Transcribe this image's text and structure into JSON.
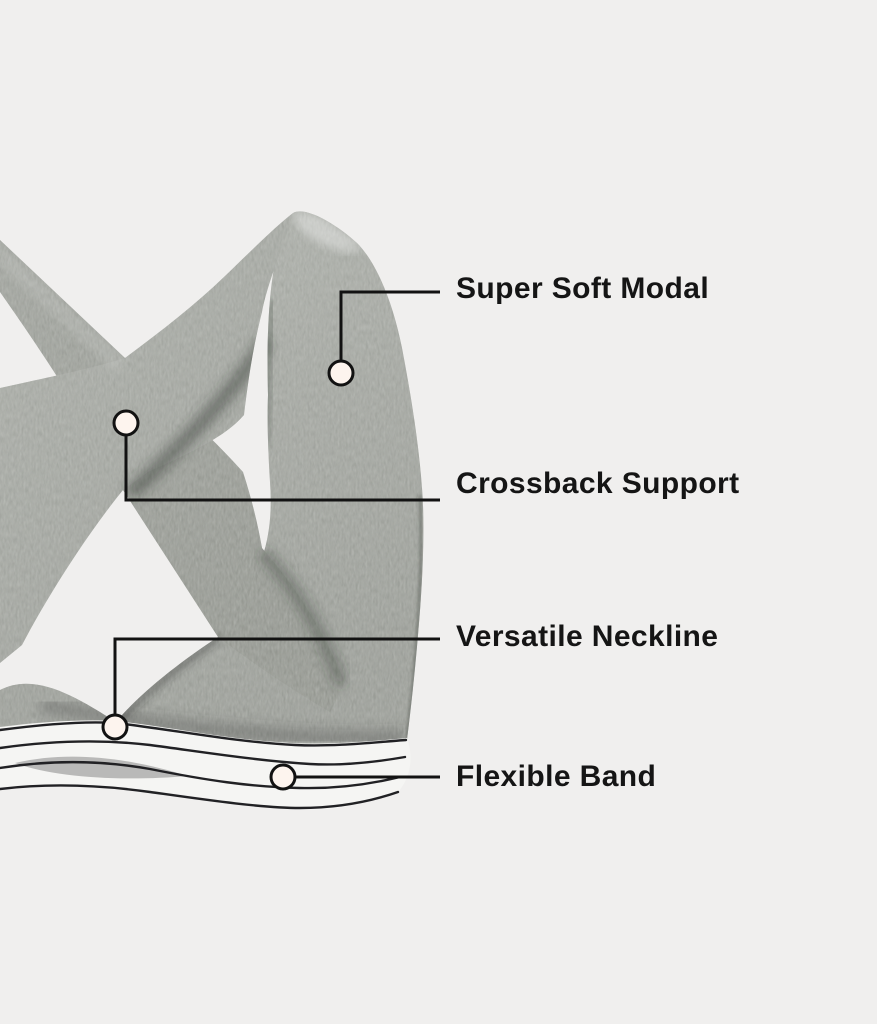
{
  "canvas": {
    "background_color": "#f0efee"
  },
  "illustration": {
    "subject": "Heather gray bralette shown from the back with crossback straps and a striped elastic underband",
    "fabric_color": "#a3a6a0",
    "fabric_shadow_color": "#8f928c",
    "fabric_highlight_color": "#b9bcb5",
    "band_color": "#f5f5f3",
    "band_stripe_color": "#212124"
  },
  "callouts": [
    {
      "id": "super-soft-modal",
      "label": "Super Soft Modal"
    },
    {
      "id": "crossback-support",
      "label": "Crossback Support"
    },
    {
      "id": "versatile-neckline",
      "label": "Versatile Neckline"
    },
    {
      "id": "flexible-band",
      "label": "Flexible Band"
    }
  ],
  "style": {
    "label_text_color": "#151515",
    "leader_line_color": "#121212",
    "marker_fill": "#fdf4ee",
    "marker_stroke": "#121212"
  }
}
